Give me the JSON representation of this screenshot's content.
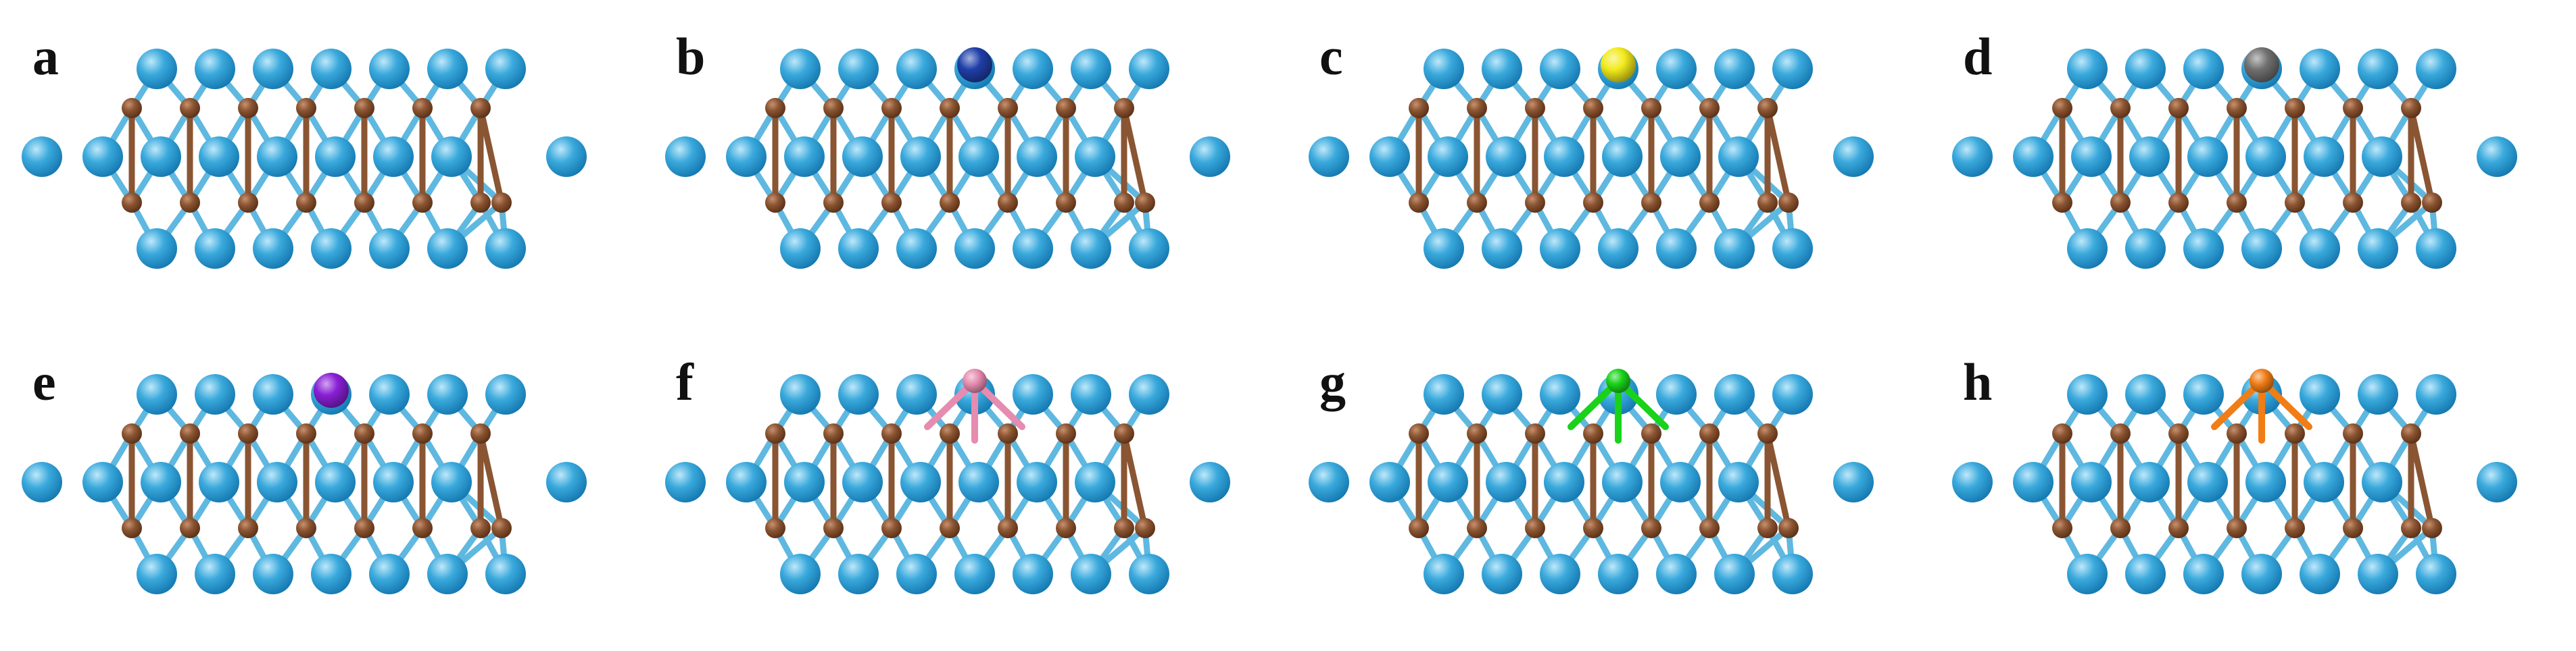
{
  "figure": {
    "panels": [
      {
        "label": "a",
        "adsorbate": null
      },
      {
        "label": "b",
        "adsorbate": {
          "mode": "atop",
          "color": "#1f3fa8"
        }
      },
      {
        "label": "c",
        "adsorbate": {
          "mode": "atop",
          "color": "#f2ea1c"
        }
      },
      {
        "label": "d",
        "adsorbate": {
          "mode": "atop",
          "color": "#707070"
        }
      },
      {
        "label": "e",
        "adsorbate": {
          "mode": "atop",
          "color": "#8a1fd6"
        }
      },
      {
        "label": "f",
        "adsorbate": {
          "mode": "bridge",
          "color": "#e68cb0"
        }
      },
      {
        "label": "g",
        "adsorbate": {
          "mode": "bridge",
          "color": "#19d219"
        }
      },
      {
        "label": "h",
        "adsorbate": {
          "mode": "bridge",
          "color": "#f07d16"
        }
      }
    ],
    "colors": {
      "host_atom": "#3aa9dc",
      "host_atom_dark": "#1478b0",
      "host_atom_light": "#bfe8fa",
      "bridge_atom": "#8a5532",
      "bridge_atom_dark": "#5a2f16",
      "bond": "#5fb8e0",
      "background": "#ffffff"
    }
  }
}
